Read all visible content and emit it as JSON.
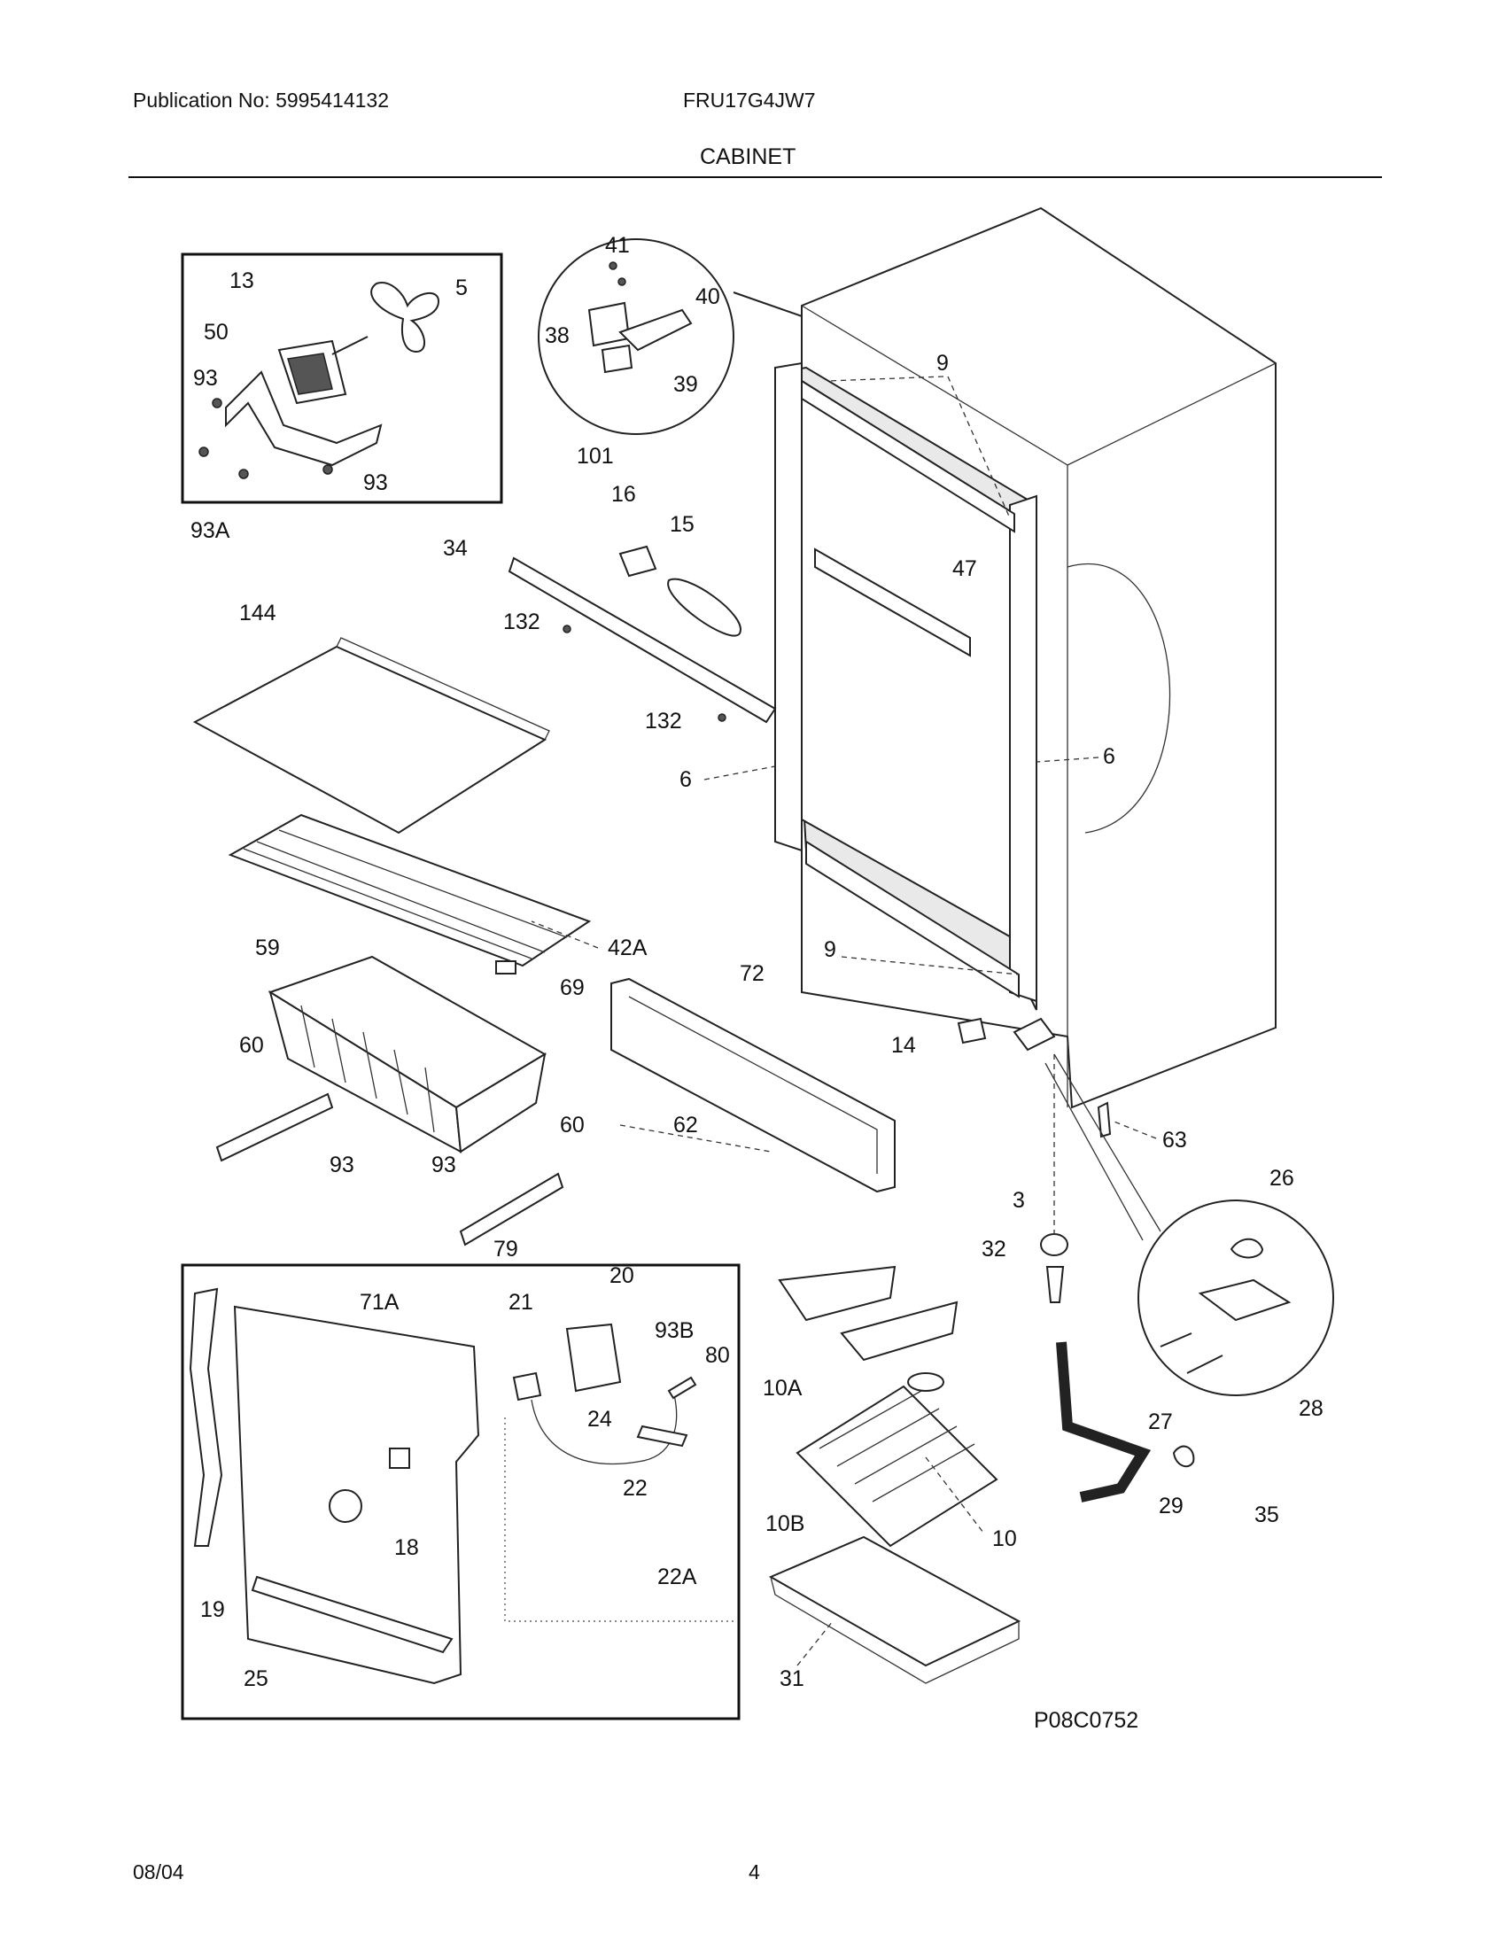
{
  "header": {
    "publication": "Publication No: 5995414132",
    "model": "FRU17G4JW7",
    "section": "CABINET"
  },
  "footer": {
    "date": "08/04",
    "page": "4"
  },
  "diagram_code": "P08C0752",
  "callouts": {
    "fan_motor": "13",
    "fan_blade": "5",
    "fan_bracket": "50",
    "fan_screw": "93",
    "fan_screw_b": "93",
    "fan_screw_a": "93A",
    "hinge_screw": "41",
    "hinge_bracket": "40",
    "hinge_plate": "38",
    "hinge_pin": "39",
    "hinge_assembly": "101",
    "gasket_top": "9",
    "gasket_bottom": "9",
    "light_socket": "16",
    "light_bulb": "15",
    "light_shield": "34",
    "screw_132a": "132",
    "screw_132b": "132",
    "shelf_guide": "47",
    "shelf_solid": "144",
    "breaker_strip_left": "6",
    "breaker_strip_right": "6",
    "wire_shelf": "42A",
    "basket": "59",
    "bumper": "69",
    "toe_grille": "72",
    "door_switch": "14",
    "rail_left": "60",
    "rail_right": "60",
    "screw_93c": "93",
    "screw_93d": "93",
    "grille_screws": "62",
    "leveling_leg": "63",
    "stop": "79",
    "bracket_cap": "26",
    "plug": "3",
    "drain_tube_fitting": "32",
    "evap_cover": "71A",
    "thermostat": "21",
    "thermostat_cover": "20",
    "screw_93b": "93B",
    "bracket_80": "80",
    "clip_24": "24",
    "heater_22": "22",
    "harness_22a": "22A",
    "bracket_10a": "10A",
    "heater_10b": "10B",
    "evaporator": "10",
    "knob_18": "18",
    "drain_19": "19",
    "trim_25": "25",
    "drain_pan": "31",
    "screw_27": "27",
    "hinge_28": "28",
    "drain_hose": "29",
    "cap_35": "35"
  },
  "colors": {
    "ink": "#111111",
    "background": "#ffffff"
  }
}
